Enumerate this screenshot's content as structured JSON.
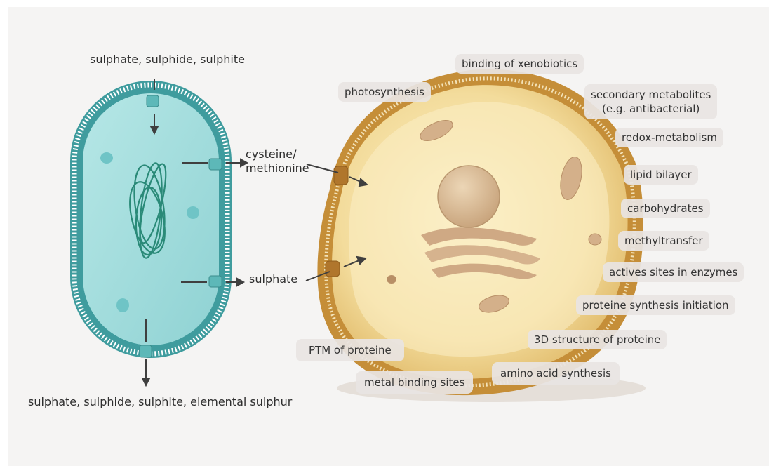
{
  "bacterium": {
    "top_label": "sulphate, sulphide, sulphite",
    "right_label_1": "cysteine/\nmethionine",
    "right_label_2": "sulphate",
    "bottom_label": "sulphate, sulphide, sulphite, elemental sulphur"
  },
  "eukaryote_tags": [
    "binding of xenobiotics",
    "photosynthesis",
    "secondary metabolites\n(e.g. antibacterial)",
    "redox-metabolism",
    "lipid bilayer",
    "carbohydrates",
    "methyltransfer",
    "actives sites in enzymes",
    "proteine synthesis initiation",
    "3D structure of proteine",
    "PTM of proteine",
    "amino acid synthesis",
    "metal binding sites"
  ],
  "colors": {
    "bacterium_fill": "#9fdcdc",
    "bacterium_membrane": "#3f9c9e",
    "dna": "#2a8a78",
    "cell_fill": "#f2d99a",
    "cell_wall": "#b8862e",
    "nucleus": "#d8b993",
    "tag_bg": "#e8e4e2"
  }
}
